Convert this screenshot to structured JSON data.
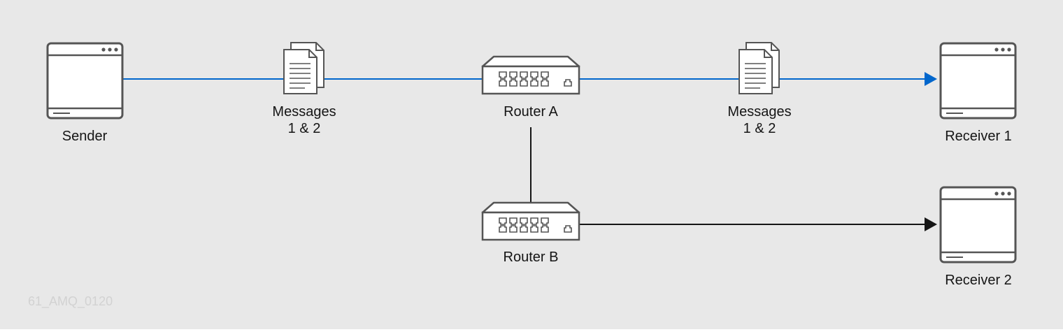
{
  "nodes": {
    "sender": {
      "label": "Sender"
    },
    "messages_left": {
      "label_line1": "Messages",
      "label_line2": "1 & 2"
    },
    "router_a": {
      "label": "Router A"
    },
    "messages_right": {
      "label_line1": "Messages",
      "label_line2": "1 & 2"
    },
    "receiver_1": {
      "label": "Receiver 1"
    },
    "router_b": {
      "label": "Router B"
    },
    "receiver_2": {
      "label": "Receiver 2"
    }
  },
  "watermark": "61_AMQ_0120",
  "colors": {
    "background": "#e8e8e8",
    "device_stroke": "#555555",
    "message_path": "#0066cc",
    "secondary_path": "#151515"
  }
}
